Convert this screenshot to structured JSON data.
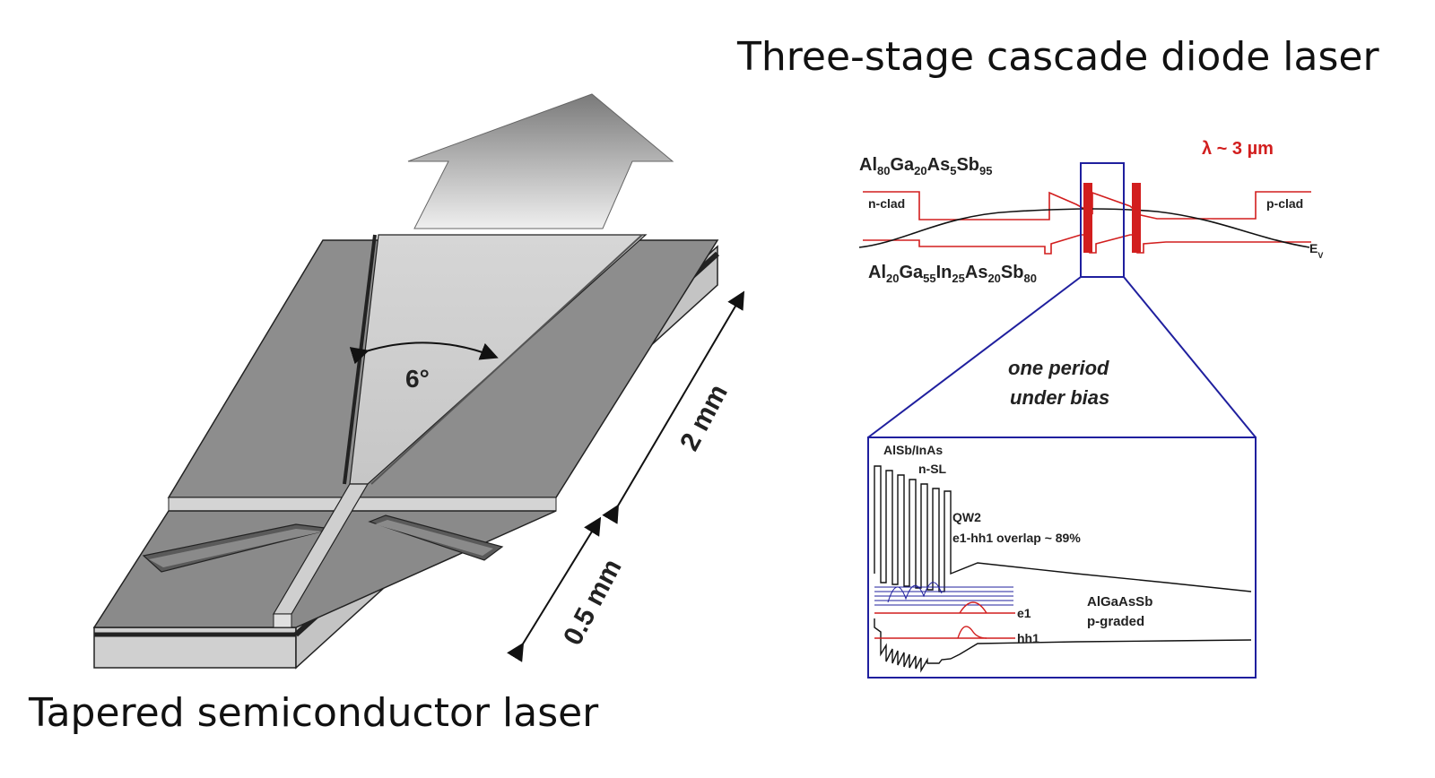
{
  "titles": {
    "right": "Three-stage cascade diode laser",
    "left": "Tapered semiconductor laser"
  },
  "tapered": {
    "angle": "6°",
    "length_long": "2 mm",
    "length_short": "0.5 mm"
  },
  "cascade": {
    "wavelength": "λ ~ 3 µm",
    "n_clad": "n-clad",
    "p_clad": "p-clad",
    "ev": "E",
    "ev_sub": "V",
    "top_alloy": {
      "a": "Al",
      "a_sub": "80",
      "b": "Ga",
      "b_sub": "20",
      "c": "As",
      "c_sub": "5",
      "d": "Sb",
      "d_sub": "95"
    },
    "bottom_alloy": {
      "a": "Al",
      "a_sub": "20",
      "b": "Ga",
      "b_sub": "55",
      "c": "In",
      "c_sub": "25",
      "d": "As",
      "d_sub": "20",
      "e": "Sb",
      "e_sub": "80"
    },
    "period_line1": "one period",
    "period_line2": "under bias",
    "alsb_inas": "AlSb/InAs",
    "n_sl": "n-SL",
    "qw2": "QW2",
    "overlap": "e1-hh1 overlap ~ 89%",
    "e1": "e1",
    "hh1": "hh1",
    "algaassb": "AlGaAsSb",
    "p_graded": "p-graded"
  },
  "colors": {
    "red": "#d21e1e",
    "navy": "#1f1f9e",
    "chip_dark": "#8a8a8a",
    "chip_light": "#d8d8d8"
  }
}
